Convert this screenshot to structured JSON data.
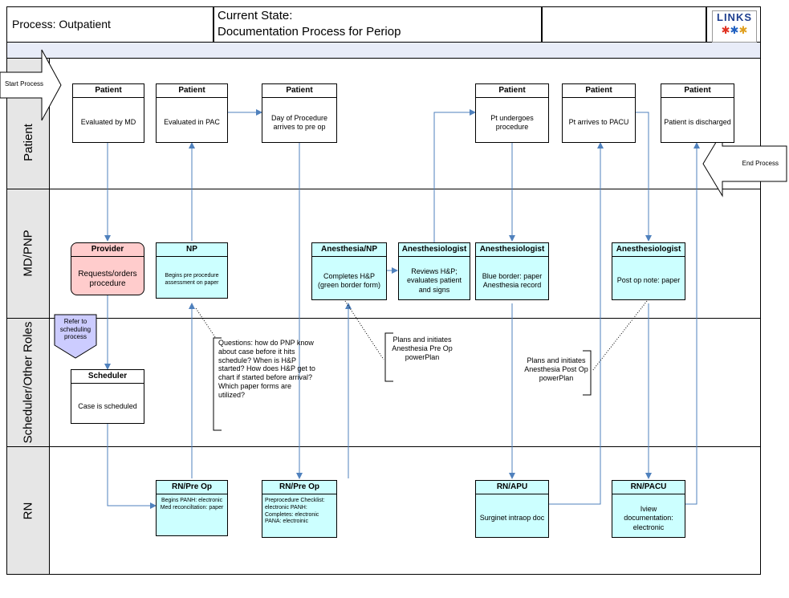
{
  "header": {
    "process_label": "Process:  Outpatient",
    "title_line1": "Current State:",
    "title_line2": "Documentation Process for Periop",
    "logo_text": "LINKS"
  },
  "lanes": {
    "patient": "Patient",
    "mdpnp": "MD/PNP",
    "scheduler": "Scheduler/Other Roles",
    "rn": "RN"
  },
  "arrows": {
    "start": "Start Process",
    "end": "End Process"
  },
  "patient_boxes": [
    {
      "title": "Patient",
      "body": "Evaluated by MD"
    },
    {
      "title": "Patient",
      "body": "Evaluated in PAC"
    },
    {
      "title": "Patient",
      "body": "Day of Procedure arrives to pre op"
    },
    {
      "title": "Patient",
      "body": "Pt undergoes procedure"
    },
    {
      "title": "Patient",
      "body": "Pt arrives to PACU"
    },
    {
      "title": "Patient",
      "body": "Patient is discharged"
    }
  ],
  "md_boxes": {
    "provider": {
      "title": "Provider",
      "body": "Requests/orders procedure"
    },
    "np": {
      "title": "NP",
      "body": "Begins pre procedure assessment on paper"
    },
    "anesthesia_np": {
      "title": "Anesthesia/NP",
      "body": "Completes H&P (green border form)"
    },
    "anesthesiologist1": {
      "title": "Anesthesiologist",
      "body": "Reviews H&P; evaluates patient and signs"
    },
    "anesthesiologist2": {
      "title": "Anesthesiologist",
      "body": "Blue border: paper Anesthesia record"
    },
    "anesthesiologist3": {
      "title": "Anesthesiologist",
      "body": "Post op note: paper"
    }
  },
  "scheduler": {
    "refer": "Refer to scheduling process",
    "box": {
      "title": "Scheduler",
      "body": "Case is scheduled"
    },
    "questions": "Questions: how do PNP know about case before it hits schedule? When is H&P started? How does H&P get to chart if started before arrival? Which paper forms are utilized?",
    "plans_pre": "Plans and initiates Anesthesia Pre Op powerPlan",
    "plans_post": "Plans and initiates Anesthesia Post Op powerPlan"
  },
  "rn_boxes": {
    "preop1": {
      "title": "RN/Pre Op",
      "body": "Begins PANH: electronic Med reconciltation: paper"
    },
    "preop2": {
      "title": "RN/Pre Op",
      "body": "Preprocedure Checklist: electronic PANH: Completes: electronic PANA: electroinic"
    },
    "apu": {
      "title": "RN/APU",
      "body": "Surginet intraop doc"
    },
    "pacu": {
      "title": "RN/PACU",
      "body": "Iview documentation: electronic"
    }
  },
  "colors": {
    "cyan": "#ccffff",
    "pink": "#ffcccc",
    "refer": "#ccccff",
    "lane_label_bg": "#e6e6e6",
    "band_bg": "#e8ecf8",
    "arrow_blue": "#4f81bd"
  }
}
